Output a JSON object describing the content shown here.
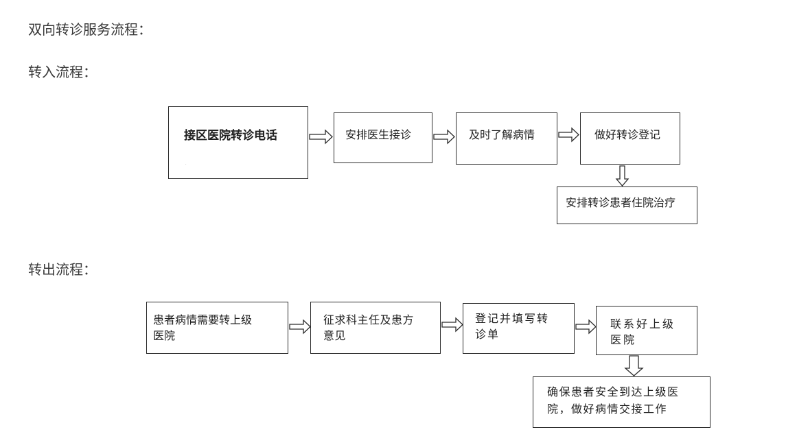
{
  "headings": {
    "main": "双向转诊服务流程：",
    "transfer_in": "转入流程：",
    "transfer_out": "转出流程："
  },
  "transfer_in": {
    "steps": [
      {
        "lines": [
          "接区医院转诊电话"
        ],
        "mark": "."
      },
      {
        "lines": [
          "安排医生接诊"
        ]
      },
      {
        "lines": [
          "及时了解病情"
        ]
      },
      {
        "lines": [
          "做好转诊登记"
        ]
      },
      {
        "lines": [
          "安排转诊患者住院治疗"
        ]
      }
    ]
  },
  "transfer_out": {
    "steps": [
      {
        "lines": [
          "患者病情需要转上级",
          "医院"
        ]
      },
      {
        "lines": [
          "征求科主任及患方",
          "意见"
        ]
      },
      {
        "lines": [
          "登记并填写转",
          "诊单"
        ]
      },
      {
        "lines": [
          "联系好上级",
          "医院"
        ]
      },
      {
        "lines": [
          "确保患者安全到达上级医",
          "院，做好病情交接工作"
        ]
      }
    ]
  },
  "colors": {
    "border": "#2b2b2b",
    "heading_text": "#3a3a3a",
    "background": "#ffffff"
  }
}
